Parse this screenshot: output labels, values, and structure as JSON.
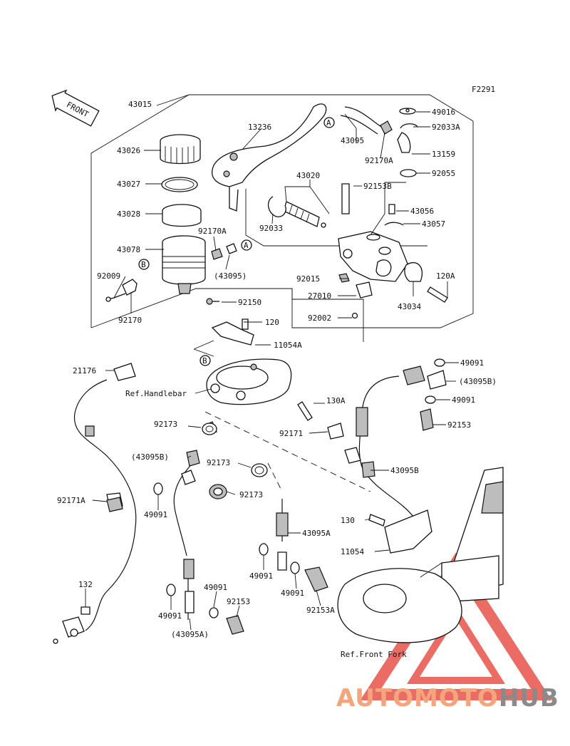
{
  "figure_id": "F2291",
  "front_marker": "FRONT",
  "callouts": {
    "a": "A",
    "b": "B"
  },
  "labels": {
    "l43015": "43015",
    "l13236": "13236",
    "l43026": "43026",
    "l43027": "43027",
    "l43028": "43028",
    "l92170A_1": "92170A",
    "l43078": "43078",
    "l43095p_1": "(43095)",
    "l92009": "92009",
    "l92170": "92170",
    "l92150": "92150",
    "l43020": "43020",
    "l92033": "92033",
    "l43095_top": "43095",
    "l92170A_2": "92170A",
    "l49016": "49016",
    "l92033A": "92033A",
    "l13159": "13159",
    "l92055": "92055",
    "l92153B": "92153B",
    "l43056": "43056",
    "l43057": "43057",
    "l92015": "92015",
    "l120A": "120A",
    "l27010": "27010",
    "l43034": "43034",
    "l92002": "92002",
    "l120": "120",
    "l11054A": "11054A",
    "l21176": "21176",
    "lRefHandlebar": "Ref.Handlebar",
    "l49091_1": "49091",
    "l43095B_p": "(43095B)",
    "l130A": "130A",
    "l49091_2": "49091",
    "l92153": "92153",
    "l92173_1": "92173",
    "l92171": "92171",
    "l43095B_p2": "(43095B)",
    "l92173_2": "92173",
    "l43095B": "43095B",
    "l92171A": "92171A",
    "l92173_3": "92173",
    "l49091_3": "49091",
    "l130": "130",
    "l43095A": "43095A",
    "l11054": "11054",
    "l49091_4": "49091",
    "l132": "132",
    "l49091_5": "49091",
    "l49091_6": "49091",
    "l92153_2": "92153",
    "l49091_7": "49091",
    "l92153A": "92153A",
    "l43095A_p": "(43095A)",
    "lRefFrontFork": "Ref.Front Fork"
  },
  "watermark": {
    "part1": "AUTOMOTO",
    "part2": "HUB"
  },
  "colors": {
    "line": "#111111",
    "part_fill": "#ffffff",
    "shade": "#bdbdbd",
    "watermark_red": "#e8534a",
    "watermark_orange": "#f4a57b",
    "watermark_gray": "#8a8a8a"
  }
}
